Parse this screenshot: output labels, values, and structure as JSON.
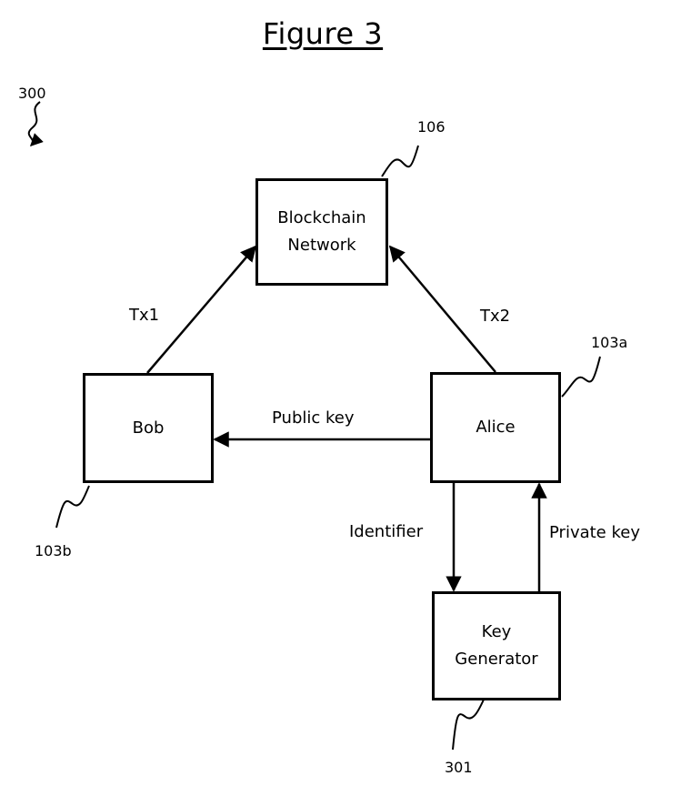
{
  "figure": {
    "title": "Figure 3",
    "ref": "300"
  },
  "nodes": {
    "blockchain": {
      "label": "Blockchain\nNetwork",
      "ref": "106"
    },
    "bob": {
      "label": "Bob",
      "ref": "103b"
    },
    "alice": {
      "label": "Alice",
      "ref": "103a"
    },
    "keygen": {
      "label": "Key\nGenerator",
      "ref": "301"
    }
  },
  "edges": {
    "tx1": "Tx1",
    "tx2": "Tx2",
    "public_key": "Public key",
    "identifier": "Identifier",
    "private_key": "Private key"
  }
}
